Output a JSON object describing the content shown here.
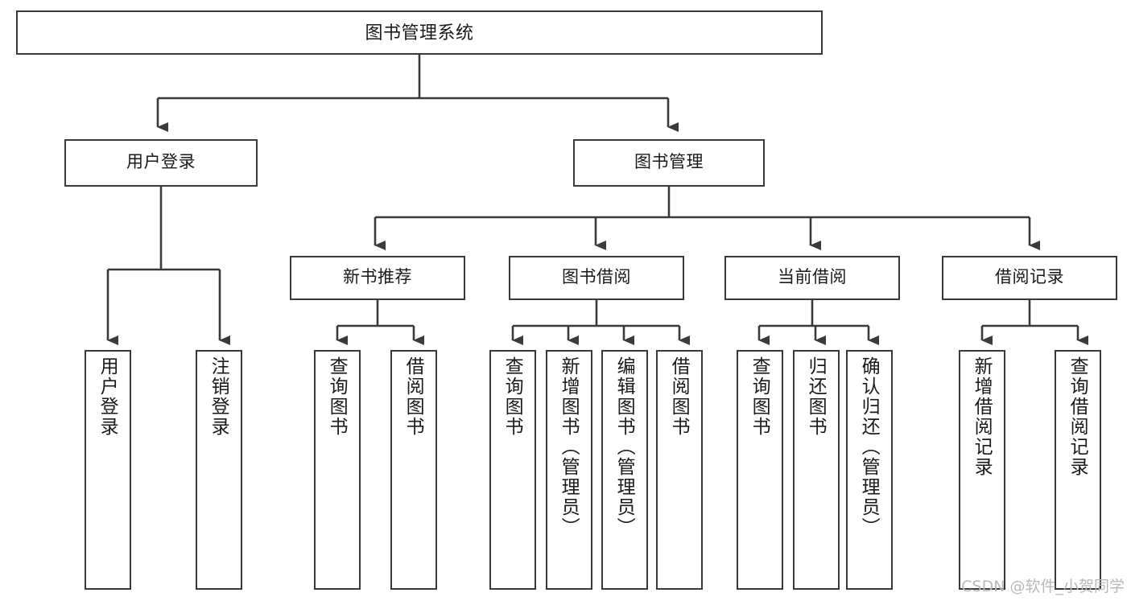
{
  "diagram": {
    "title": "图书管理系统",
    "watermark": "CSDN @软件_小贺同学",
    "line_color": "#3a3a3a",
    "box_fill": "#ffffff",
    "text_color": "#1a1a1a",
    "watermark_color": "#b9b9b9"
  },
  "nodes": {
    "root": {
      "label": "图书管理系统"
    },
    "level2": [
      {
        "id": "user-login",
        "label": "用户登录"
      },
      {
        "id": "book-manage",
        "label": "图书管理"
      }
    ],
    "level3": [
      {
        "id": "new-book-recommend",
        "label": "新书推荐"
      },
      {
        "id": "book-borrow",
        "label": "图书借阅"
      },
      {
        "id": "current-borrow",
        "label": "当前借阅"
      },
      {
        "id": "borrow-record",
        "label": "借阅记录"
      }
    ],
    "leaves": {
      "user_login": [
        {
          "id": "leaf-user-login",
          "label": "用户登录"
        },
        {
          "id": "leaf-logout-login",
          "label": "注销登录"
        }
      ],
      "new_book_recommend": [
        {
          "id": "leaf-query-book-1",
          "label": "查询图书"
        },
        {
          "id": "leaf-borrow-book-1",
          "label": "借阅图书"
        }
      ],
      "book_borrow": [
        {
          "id": "leaf-query-book-2",
          "label": "查询图书"
        },
        {
          "id": "leaf-add-book-admin",
          "label": "新增图书（管理员）"
        },
        {
          "id": "leaf-edit-book-admin",
          "label": "编辑图书（管理员）"
        },
        {
          "id": "leaf-borrow-book-2",
          "label": "借阅图书"
        }
      ],
      "current_borrow": [
        {
          "id": "leaf-query-book-3",
          "label": "查询图书"
        },
        {
          "id": "leaf-return-book",
          "label": "归还图书"
        },
        {
          "id": "leaf-confirm-return-admin",
          "label": "确认归还（管理员）"
        }
      ],
      "borrow_record": [
        {
          "id": "leaf-add-borrow-record",
          "label": "新增借阅记录"
        },
        {
          "id": "leaf-query-borrow-record",
          "label": "查询借阅记录"
        }
      ]
    }
  }
}
